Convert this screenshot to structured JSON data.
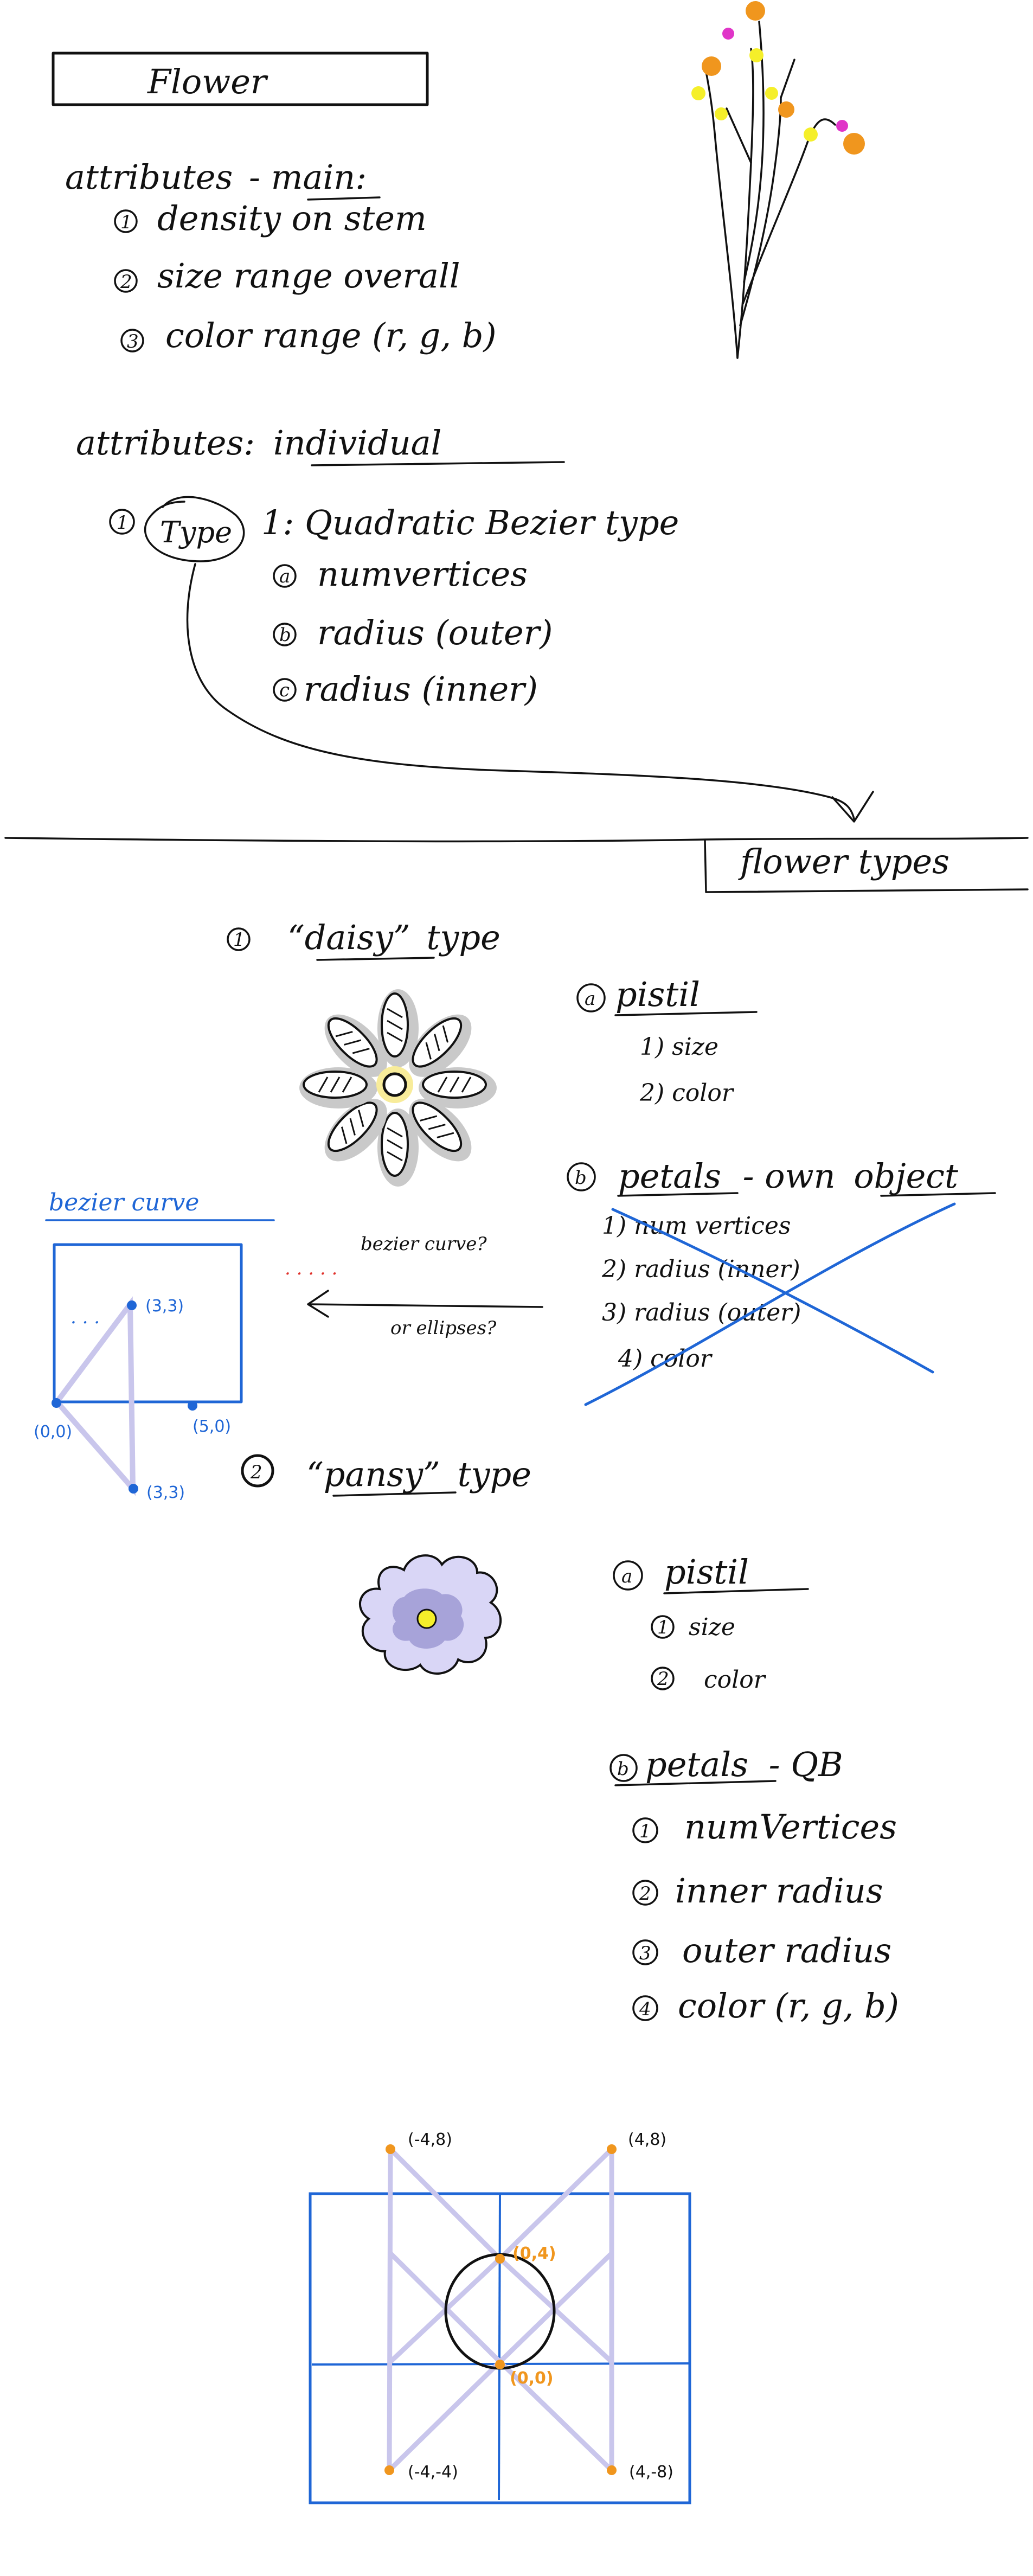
{
  "header": {
    "title": "Flower"
  },
  "main_attributes": {
    "heading_prefix": "attributes",
    "heading_suffix": "- main:",
    "items": [
      {
        "num": "1",
        "text": "density on stem"
      },
      {
        "num": "2",
        "text": "size range overall"
      },
      {
        "num": "3",
        "text": "color range (r, g, b)"
      }
    ]
  },
  "individual_attributes": {
    "heading": "attributes:",
    "heading_underlined": "individual",
    "item_num": "1",
    "type_word": "Type",
    "type_text": "1: Quadratic Bezier type",
    "subitems": [
      {
        "letter": "a",
        "text": "numvertices"
      },
      {
        "letter": "b",
        "text": "radius (outer)"
      },
      {
        "letter": "c",
        "text": "radius (inner)"
      }
    ]
  },
  "flower_types_label": "flower types",
  "daisy": {
    "num": "1",
    "name": "daisy",
    "suffix": "type",
    "pistil": {
      "letter": "a",
      "label": "pistil",
      "items": [
        "1) size",
        "2) color"
      ]
    },
    "petals": {
      "letter": "b",
      "label": "petals",
      "dash": "- own",
      "object_word": "object",
      "items": [
        "1) num vertices",
        "2) radius (inner)",
        "3) radius (outer)",
        "4) color"
      ]
    },
    "question1": "bezier curve?",
    "question2": "or ellipses?"
  },
  "bezier_diagram": {
    "title": "bezier curve",
    "labels": [
      "(3,3)",
      "(0,0)",
      "(5,0)",
      "(3,3)"
    ]
  },
  "pansy": {
    "num": "2",
    "name": "pansy",
    "suffix": "type",
    "pistil": {
      "letter": "a",
      "label": "pistil",
      "items": [
        {
          "num": "1",
          "text": "size"
        },
        {
          "num": "2",
          "text": "color"
        }
      ]
    },
    "petals": {
      "letter": "b",
      "label": "petals",
      "suffix": "- QB",
      "items": [
        {
          "num": "1",
          "text": "numVertices"
        },
        {
          "num": "2",
          "text": "inner radius"
        },
        {
          "num": "3",
          "text": "outer radius"
        },
        {
          "num": "4",
          "text": "color (r, g, b)"
        }
      ]
    }
  },
  "grid_diagram": {
    "labels": [
      "(-4,8)",
      "(4,8)",
      "(0,4)",
      "(0,0)",
      "(-4,-4)",
      "(4,-8)"
    ]
  },
  "colors": {
    "ink": "#111111",
    "blue": "#1f66d6",
    "orange": "#f0961e",
    "yellow": "#f5ef2a",
    "magenta": "#e035c8",
    "lavender": "#c9c6f0",
    "lavender_dark": "#a7a3d9",
    "gray": "#c9c9c9"
  }
}
